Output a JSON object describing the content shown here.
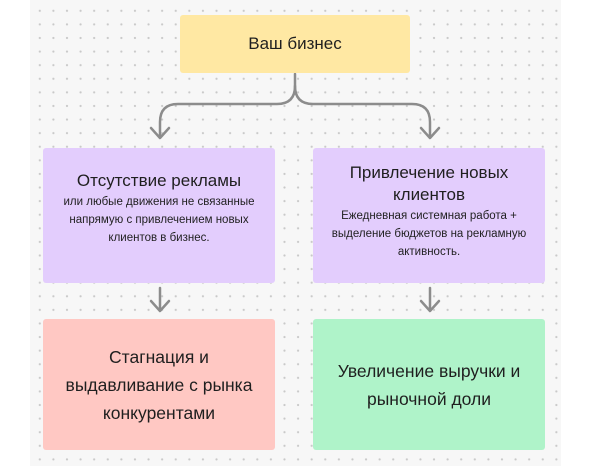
{
  "diagram": {
    "root": {
      "label": "Ваш бизнес"
    },
    "left_branch": {
      "title": "Отсутствие рекламы",
      "description": "или любые движения не связанные напрямую с привлечением новых клиентов в бизнес.",
      "result": "Стагнация и выдавливание с рынка конкурентами"
    },
    "right_branch": {
      "title": "Привлечение новых клиентов",
      "description": "Ежедневная системная работа + выделение бюджетов на рекламную активность.",
      "result": "Увеличение выручки и рыночной доли"
    }
  },
  "colors": {
    "root": "#ffe8a3",
    "branch": "#e3cdfd",
    "negative_result": "#ffc8c3",
    "positive_result": "#aff3c9",
    "connector": "#8c8c8c",
    "background": "#f7f7f7"
  }
}
